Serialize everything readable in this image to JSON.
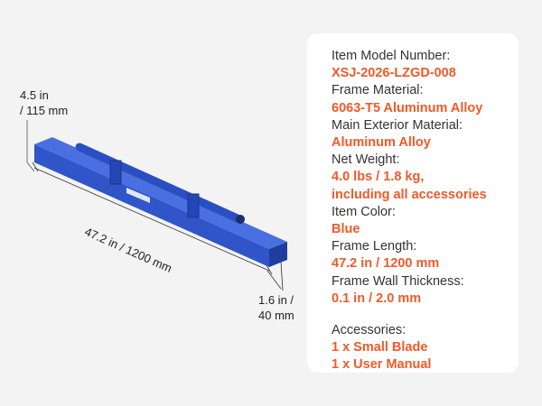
{
  "dimensions": {
    "height": "4.5 in\n/ 115 mm",
    "length": "47.2 in / 1200 mm",
    "width": "1.6 in /\n40 mm"
  },
  "specs": [
    {
      "label": "Item Model Number:",
      "value": "XSJ-2026-LZGD-008"
    },
    {
      "label": "Frame Material:",
      "value": "6063-T5 Aluminum Alloy"
    },
    {
      "label": "Main Exterior Material:",
      "value": "Aluminum Alloy"
    },
    {
      "label": "Net Weight:",
      "value": "4.0 lbs / 1.8 kg,"
    },
    {
      "label": "",
      "value": "including all accessories"
    },
    {
      "label": "Item Color:",
      "value": "Blue"
    },
    {
      "label": "Frame Length:",
      "value": "47.2 in / 1200 mm"
    },
    {
      "label": "Frame Wall Thickness:",
      "value": "0.1 in / 2.0 mm"
    }
  ],
  "accessories": {
    "label": "Accessories:",
    "items": [
      "1 x Small Blade",
      "1 x User Manual"
    ]
  },
  "colors": {
    "accent": "#f05a28",
    "product_blue": "#2f55c8",
    "card_bg": "#ffffff",
    "page_bg": "#f3f3f3"
  }
}
